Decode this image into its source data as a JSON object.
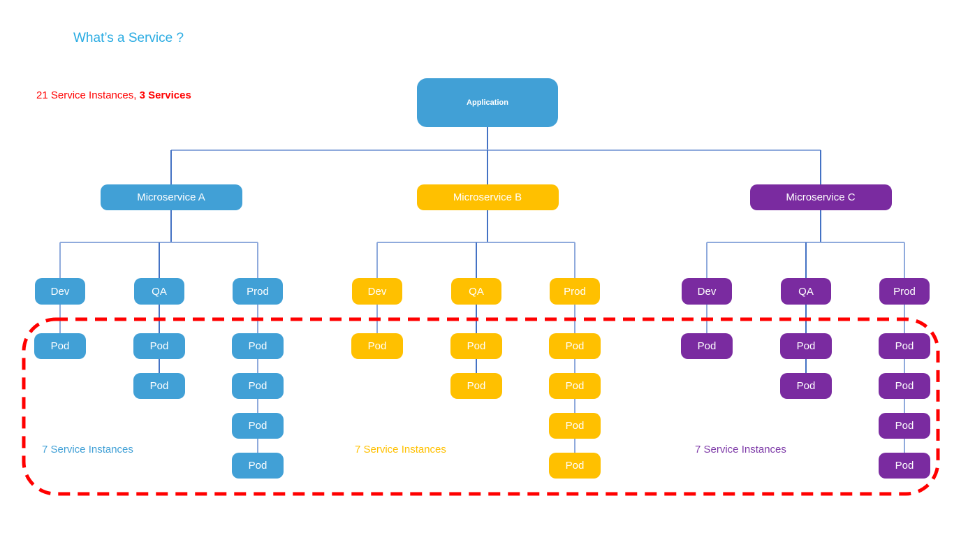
{
  "title": "What’s a Service ?",
  "summary": {
    "text": "21 Service Instances, ",
    "bold_text": "3 Services"
  },
  "diagram": {
    "root": {
      "label": "Application"
    },
    "pod_label": "Pod",
    "microservices": [
      {
        "name": "Microservice A",
        "color": "#41A0D6",
        "label_color": "#41A0D6",
        "instances_label": "7 Service Instances",
        "environments": [
          {
            "label": "Dev",
            "pod_count": 1
          },
          {
            "label": "QA",
            "pod_count": 2
          },
          {
            "label": "Prod",
            "pod_count": 4
          }
        ]
      },
      {
        "name": "Microservice B",
        "color": "#FFC000",
        "label_color": "#FFC000",
        "instances_label": "7 Service Instances",
        "environments": [
          {
            "label": "Dev",
            "pod_count": 1
          },
          {
            "label": "QA",
            "pod_count": 2
          },
          {
            "label": "Prod",
            "pod_count": 4
          }
        ]
      },
      {
        "name": "Microservice C",
        "color": "#7A2BA0",
        "label_color": "#7E3BA8",
        "instances_label": "7 Service Instances",
        "environments": [
          {
            "label": "Dev",
            "pod_count": 1
          },
          {
            "label": "QA",
            "pod_count": 2
          },
          {
            "label": "Prod",
            "pod_count": 4
          }
        ]
      }
    ]
  },
  "colors": {
    "root_node": "#41A0D6",
    "connector_light": "#8FAADC",
    "connector_dark": "#4472C4",
    "highlight_border": "#FF0000",
    "title_text": "#29ABE2",
    "summary_text": "#FF0000"
  }
}
